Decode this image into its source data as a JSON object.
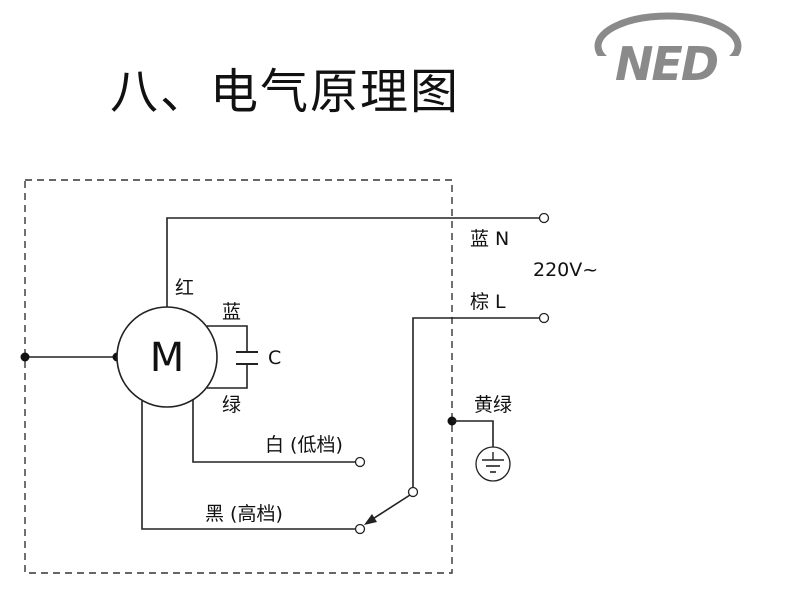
{
  "title": "八、电气原理图",
  "logo_text": "NED",
  "motor": {
    "label": "M"
  },
  "capacitor": {
    "label": "C"
  },
  "wires": {
    "red": "红",
    "blue_cap": "蓝",
    "green_cap": "绿",
    "white_low": "白 (低档)",
    "black_high": "黑 (高档)"
  },
  "supply": {
    "neutral": "蓝 N",
    "live": "棕 L",
    "voltage": "220V~",
    "earth": "黄绿"
  },
  "colors": {
    "line": "#222222",
    "logo": "#8a8a8a"
  }
}
